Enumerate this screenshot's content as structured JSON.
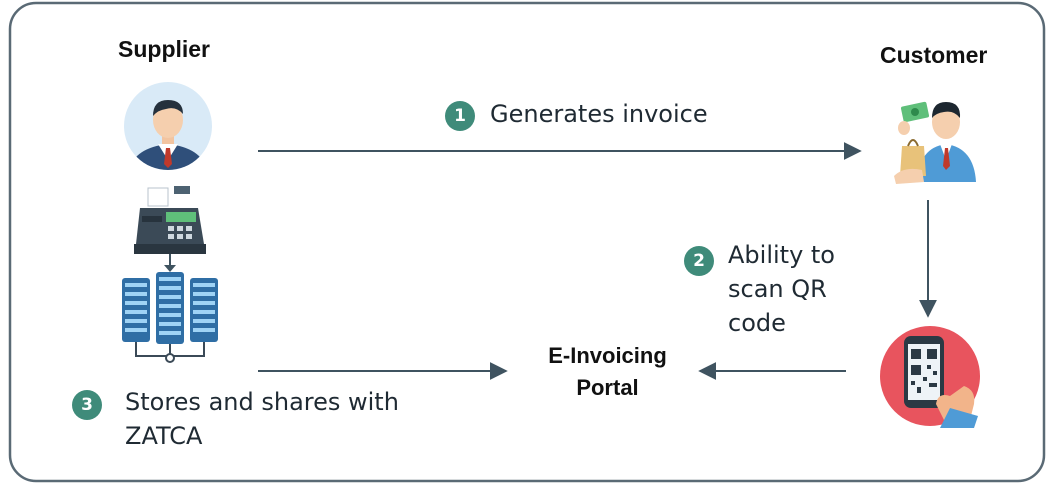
{
  "nodes": {
    "supplier": "Supplier",
    "customer": "Customer",
    "portal": "E-Invoicing Portal"
  },
  "steps": [
    {
      "number": "1",
      "text": "Generates invoice"
    },
    {
      "number": "2",
      "text": "Ability to scan QR code"
    },
    {
      "number": "3",
      "text": "Stores and shares with ZATCA"
    }
  ],
  "colors": {
    "badge": "#3f8b7a",
    "arrow": "#3f5360",
    "frame": "#5a6a75",
    "phone_circle": "#e8545e"
  },
  "icons": {
    "supplier": "businessman-avatar-icon",
    "pos_machine": "cash-register-icon",
    "server": "server-rack-icon",
    "customer": "customer-with-cash-and-bag-icon",
    "qr_scan": "phone-qr-scan-icon"
  }
}
